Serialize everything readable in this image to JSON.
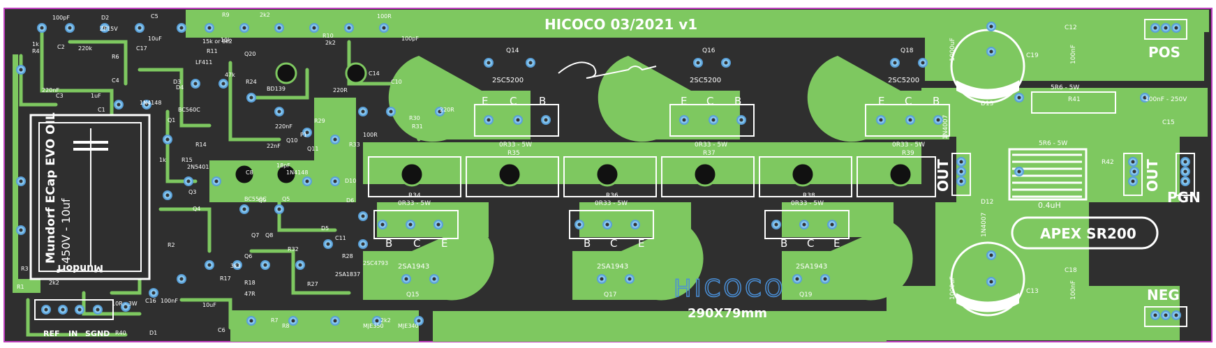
{
  "board": {
    "title": "HICOCO 03/2021 v1",
    "size": "290X79mm",
    "module": "APEX SR200",
    "logo": "HICOCO",
    "inductor_value": "0.4uH"
  },
  "connectors": {
    "pos": "POS",
    "neg": "NEG",
    "out_left": "OUT",
    "out_right": "OUT",
    "pgn": "PGN",
    "input_pins": [
      "REF",
      "IN",
      "SGND"
    ]
  },
  "capacitor": {
    "brand_line": "Mundorf ECap EVO OIL",
    "rating": "450V - 10uf",
    "brand": "Mundorf"
  },
  "transistors": {
    "npn": [
      {
        "ref": "Q14",
        "part": "2SC5200"
      },
      {
        "ref": "Q16",
        "part": "2SC5200"
      },
      {
        "ref": "Q18",
        "part": "2SC5200"
      }
    ],
    "pnp": [
      {
        "ref": "Q15",
        "part": "2SA1943"
      },
      {
        "ref": "Q17",
        "part": "2SA1943"
      },
      {
        "ref": "Q19",
        "part": "2SA1943"
      }
    ],
    "pin_letters": [
      "E",
      "C",
      "B"
    ],
    "pin_letters_bottom": [
      "B",
      "C",
      "E"
    ]
  },
  "emitter_resistors": [
    {
      "ref": "R35",
      "value": "0R33 - 5W"
    },
    {
      "ref": "R37",
      "value": "0R33 - 5W"
    },
    {
      "ref": "R39",
      "value": "0R33 - 5W"
    },
    {
      "ref": "R34",
      "value": "0R33 - 5W"
    },
    {
      "ref": "R36",
      "value": "0R33 - 5W"
    },
    {
      "ref": "R38",
      "value": "0R33 - 5W"
    }
  ],
  "output_section": {
    "r41": {
      "ref": "R41",
      "value": "5R6 - 5W"
    },
    "r42": {
      "ref": "R42",
      "value": "5R6 - 5W"
    },
    "c15": {
      "ref": "C15",
      "value": "100nF - 250V"
    },
    "d13": "D13",
    "d12": "D12",
    "diode_part": "1N4007",
    "c19": {
      "ref": "C19",
      "value": "1000uF"
    },
    "c13": {
      "ref": "C13",
      "value": "1000uF"
    },
    "c12": {
      "ref": "C12",
      "value": "100nF"
    },
    "c18": {
      "ref": "C18",
      "value": "100nF"
    }
  },
  "small_labels": [
    "100pF",
    "D2",
    "ZF15V",
    "C2",
    "R4",
    "1k",
    "220k",
    "R6",
    "C17",
    "R9",
    "2k2",
    "C5",
    "10uF",
    "R10",
    "2k2",
    "100R",
    "100pF",
    "C10",
    "R11",
    "15k or 8k2",
    "LF411",
    "R30",
    "R31",
    "220R",
    "C4",
    "1uF",
    "C3",
    "220nF",
    "C1",
    "1N4148",
    "D3",
    "D4",
    "BC560C",
    "Q1",
    "R14",
    "R15",
    "1k",
    "2N5401",
    "Q3",
    "Q4",
    "R2",
    "R3",
    "R1",
    "2k2",
    "10R - 3W",
    "R40",
    "D1",
    "C16",
    "100nF",
    "C6",
    "10uF",
    "R7",
    "R8",
    "2k2",
    "MJE350",
    "MJE340",
    "BD139",
    "Q9",
    "Q11",
    "P1",
    "R29",
    "220R",
    "R33",
    "100R",
    "R28",
    "R32",
    "R27",
    "C11",
    "2SA1837",
    "2SC4793",
    "C14",
    "C8",
    "1N4148",
    "D10",
    "D6",
    "D5",
    "Q7",
    "Q8",
    "BC550C",
    "Q5",
    "Q6",
    "3k3",
    "R17",
    "R18",
    "47R",
    "47k",
    "10k",
    "Q10",
    "Q20",
    "R24",
    "22nF",
    "220nF",
    "18pF"
  ]
}
